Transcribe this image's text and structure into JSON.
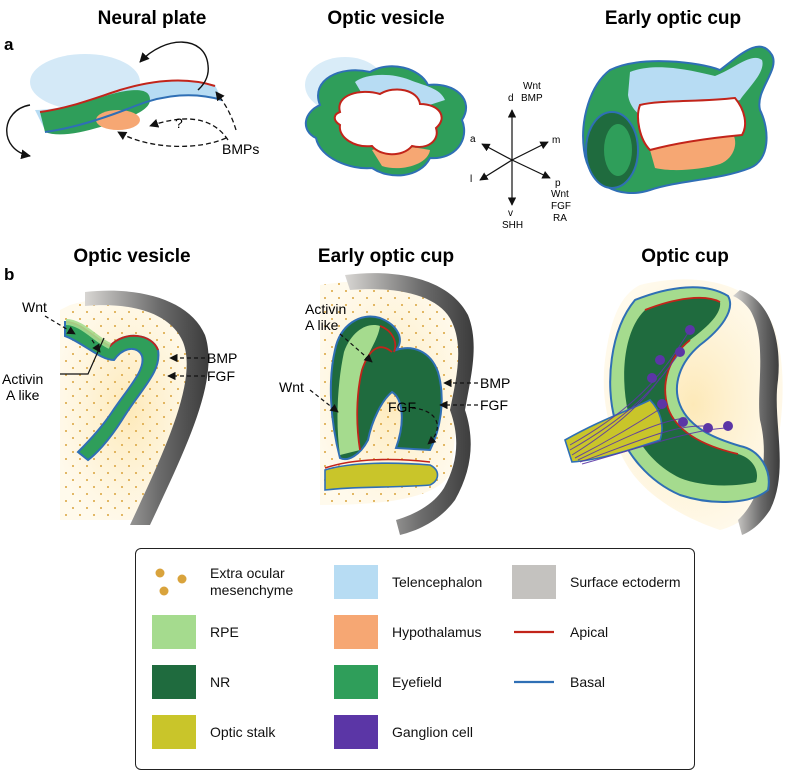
{
  "panel_a": {
    "label": "a",
    "titles": [
      "Neural plate",
      "Optic vesicle",
      "Early optic cup"
    ],
    "bmps": "BMPs",
    "question": "?",
    "axes": {
      "d": "d",
      "d_factor1": "Wnt",
      "d_factor2": "BMP",
      "a": "a",
      "m": "m",
      "l": "l",
      "p": "p",
      "p_factor1": "Wnt",
      "p_factor2": "FGF",
      "p_factor3": "RA",
      "v": "v",
      "v_factor": "SHH"
    }
  },
  "panel_b": {
    "label": "b",
    "titles": [
      "Optic vesicle",
      "Early optic cup",
      "Optic cup"
    ],
    "vesicle": {
      "wnt": "Wnt",
      "activin_1": "Activin",
      "activin_2": "A like",
      "bmp": "BMP",
      "fgf": "FGF"
    },
    "early_cup": {
      "activin_1": "Activin",
      "activin_2": "A like",
      "wnt": "Wnt",
      "bmp": "BMP",
      "fgf_right": "FGF",
      "fgf_inner": "FGF"
    }
  },
  "legend": [
    {
      "label_1": "Extra ocular",
      "label_2": "mesenchyme",
      "swatch": "dots",
      "color": "#d9a33c"
    },
    {
      "label_1": "Telencephalon",
      "swatch": "fill",
      "color": "#b7dcf3"
    },
    {
      "label_1": "Surface ectoderm",
      "swatch": "fill",
      "color": "#c4c2bf"
    },
    {
      "label_1": "RPE",
      "swatch": "fill",
      "color": "#a5db8e"
    },
    {
      "label_1": "Hypothalamus",
      "swatch": "fill",
      "color": "#f6a773"
    },
    {
      "label_1": "Apical",
      "swatch": "line",
      "color": "#c2241a"
    },
    {
      "label_1": "NR",
      "swatch": "fill",
      "color": "#1f6b3e"
    },
    {
      "label_1": "Eyefield",
      "swatch": "fill",
      "color": "#2f9e5a"
    },
    {
      "label_1": "Basal",
      "swatch": "line",
      "color": "#2f6fb5"
    },
    {
      "label_1": "Optic stalk",
      "swatch": "fill",
      "color": "#c9c52a"
    },
    {
      "label_1": "Ganglion cell",
      "swatch": "fill",
      "color": "#5b36a6"
    }
  ]
}
